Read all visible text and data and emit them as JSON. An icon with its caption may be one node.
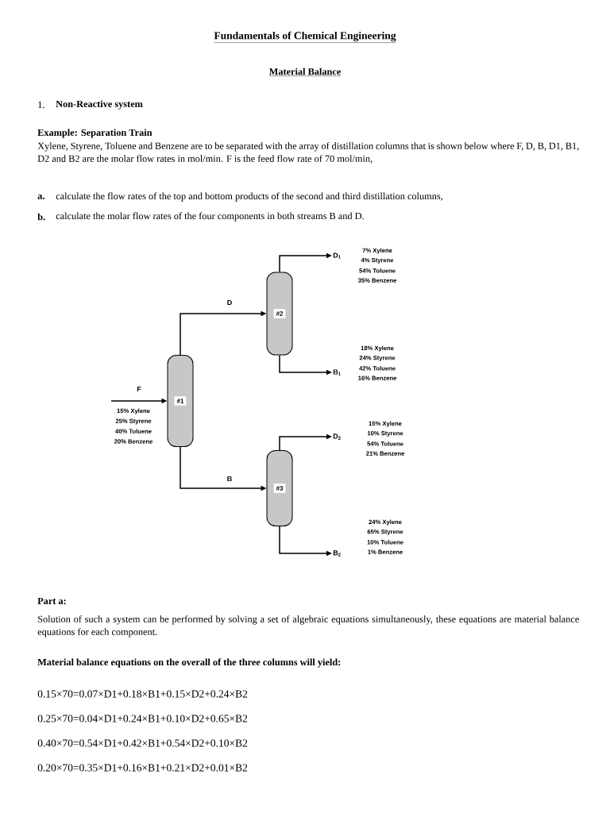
{
  "diagram": {
    "title": "Fundamentals of Chemical Engineering",
    "nodes": [
      {
        "text": [
          "#1"
        ]
      },
      {
        "text": [
          "#2"
        ]
      },
      {
        "text": [
          "#3"
        ]
      },
      {
        "text": [
          "D$_{1}$"
        ],
        "beside": [
          "7% Xylene",
          "4% Styrene",
          "54% Toluene",
          "35% Benzene"
        ]
      },
      {
        "text": [
          "B$_{1}$"
        ],
        "beside": [
          "18% Xylene",
          "24% Styrene",
          "42% Toluene",
          "16% Benzene"
        ]
      },
      {
        "text": [
          "D$_{2}$"
        ],
        "beside": [
          "15% Xylene",
          "10% Styrene",
          "54% Toluene",
          "21% Benzene"
        ]
      },
      {
        "text": [
          "B$_{2}$"
        ],
        "beside": [
          "24% Xylene",
          "65% Styrene",
          "10% Toluene",
          "1% Benzene"
        ]
      }
    ],
    "edges": [
      {
        "from": null,
        "to": 0,
        "arrow": "to",
        "label": "F"
      },
      {
        "from": 0,
        "to": 1,
        "arrow": "to",
        "label": "D"
      },
      {
        "from": 0,
        "to": 2,
        "arrow": "to",
        "label": "B"
      },
      {
        "from": 1,
        "to": 3,
        "arrow": "to"
      },
      {
        "from": 1,
        "to": 4,
        "arrow": "to"
      },
      {
        "from": 2,
        "to": 5,
        "arrow": "to"
      },
      {
        "from": 2,
        "to": 6,
        "arrow": "to"
      }
    ],
    "labels": [
      "Material Balance",
      "1.",
      "Non-Reactive system",
      "Example: Separation Train",
      "Xylene, Styrene, Toluene and Benzene are to be separated with the array of distillation columns that is shown below where F, D, B, D1, B1, D2 and B2 are the molar flow rates in mol/min. F is the feed flow rate of 70 mol/min,",
      "a.",
      "calculate the flow rates of the top and bottom products of the second and third distillation columns,",
      "b.",
      "calculate the molar flow rates of the four components in both streams B and D.",
      "15% Xylene",
      "25% Styrene",
      "40% Toluene",
      "20% Benzene",
      "Part a:",
      "Solution of such a system can be performed by solving a set of algebraic equations simultaneously, these equations are material balance equations for each component.",
      "Material balance equations on the overall of the three columns will yield:",
      "0.15×70=0.07×D1+0.18×B1+0.15×D2+0.24×B2",
      "0.25×70=0.04×D1+0.24×B1+0.10×D2+0.65×B2",
      "0.40×70=0.54×D1+0.42×B1+0.54×D2+0.10×B2",
      "0.20×70=0.35×D1+0.16×B1+0.21×D2+0.01×B2"
    ]
  }
}
